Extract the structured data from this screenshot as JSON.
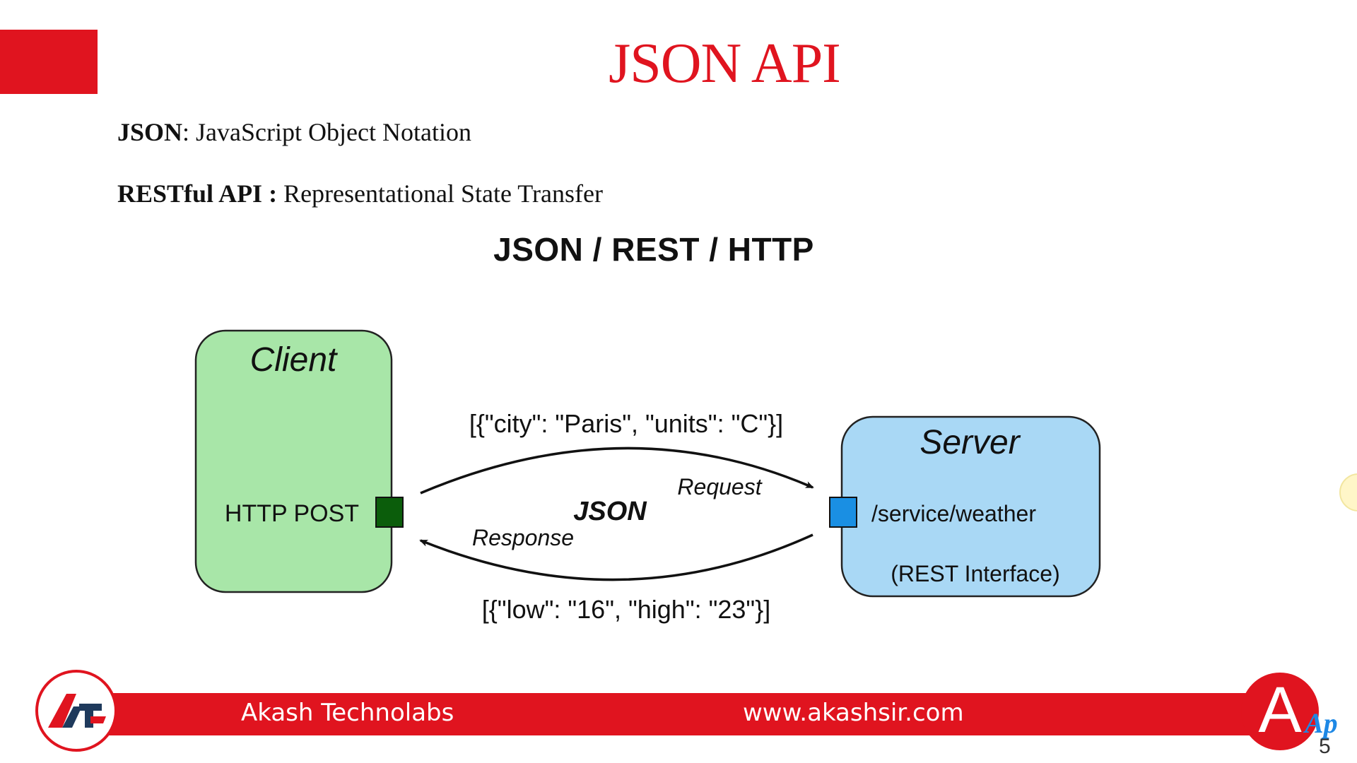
{
  "slide": {
    "title": "JSON API",
    "definitions": [
      {
        "term": "JSON",
        "sep": ": ",
        "text": "JavaScript Object Notation"
      },
      {
        "term": "RESTful API :",
        "sep": " ",
        "text": "Representational State Transfer"
      }
    ],
    "stack_title": "JSON / REST / HTTP",
    "page_number": "5"
  },
  "diagram": {
    "client": {
      "title": "Client",
      "method": "HTTP POST"
    },
    "server": {
      "title": "Server",
      "endpoint": "/service/weather",
      "subtitle": "(REST Interface)"
    },
    "request_payload": "[{\"city\": \"Paris\", \"units\": \"C\"}]",
    "request_label": "Request",
    "center_label": "JSON",
    "response_label": "Response",
    "response_payload": "[{\"low\": \"16\", \"high\": \"23\"}]"
  },
  "footer": {
    "brand": "Akash Technolabs",
    "url": "www.akashsir.com",
    "logo_right_letter": "A",
    "badge": "Ap"
  },
  "colors": {
    "brand_red": "#e0141f",
    "client_fill": "#a8e6a8",
    "server_fill": "#a9d8f5",
    "client_port": "#0b5d0b",
    "server_port": "#1a8fe3"
  },
  "icons": {
    "logo_left": "akash-technolabs-logo-icon",
    "logo_right": "akash-letter-a-logo-icon"
  }
}
